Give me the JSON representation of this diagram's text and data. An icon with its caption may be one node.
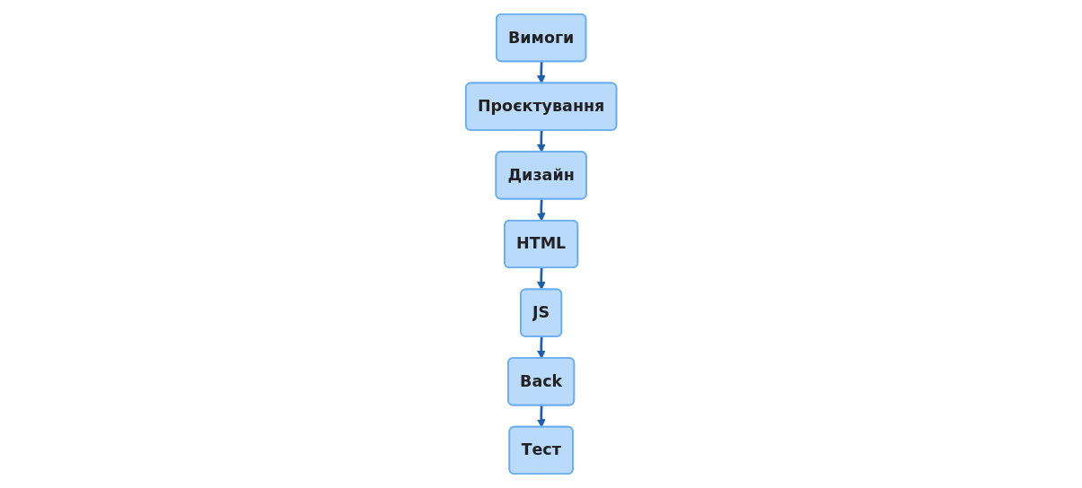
{
  "diagram": {
    "nodes": [
      {
        "text": [
          "Вимоги"
        ]
      },
      {
        "text": [
          "Проєктування"
        ]
      },
      {
        "text": [
          "Дизайн"
        ]
      },
      {
        "text": [
          "HTML"
        ]
      },
      {
        "text": [
          "JS"
        ]
      },
      {
        "text": [
          "Back"
        ]
      },
      {
        "text": [
          "Тест"
        ]
      }
    ],
    "edges": [
      {
        "from": 0,
        "to": 1,
        "arrow": "to"
      },
      {
        "from": 1,
        "to": 2,
        "arrow": "to"
      },
      {
        "from": 2,
        "to": 3,
        "arrow": "to"
      },
      {
        "from": 3,
        "to": 4,
        "arrow": "to"
      },
      {
        "from": 4,
        "to": 5,
        "arrow": "to"
      },
      {
        "from": 5,
        "to": 6,
        "arrow": "to"
      }
    ]
  }
}
